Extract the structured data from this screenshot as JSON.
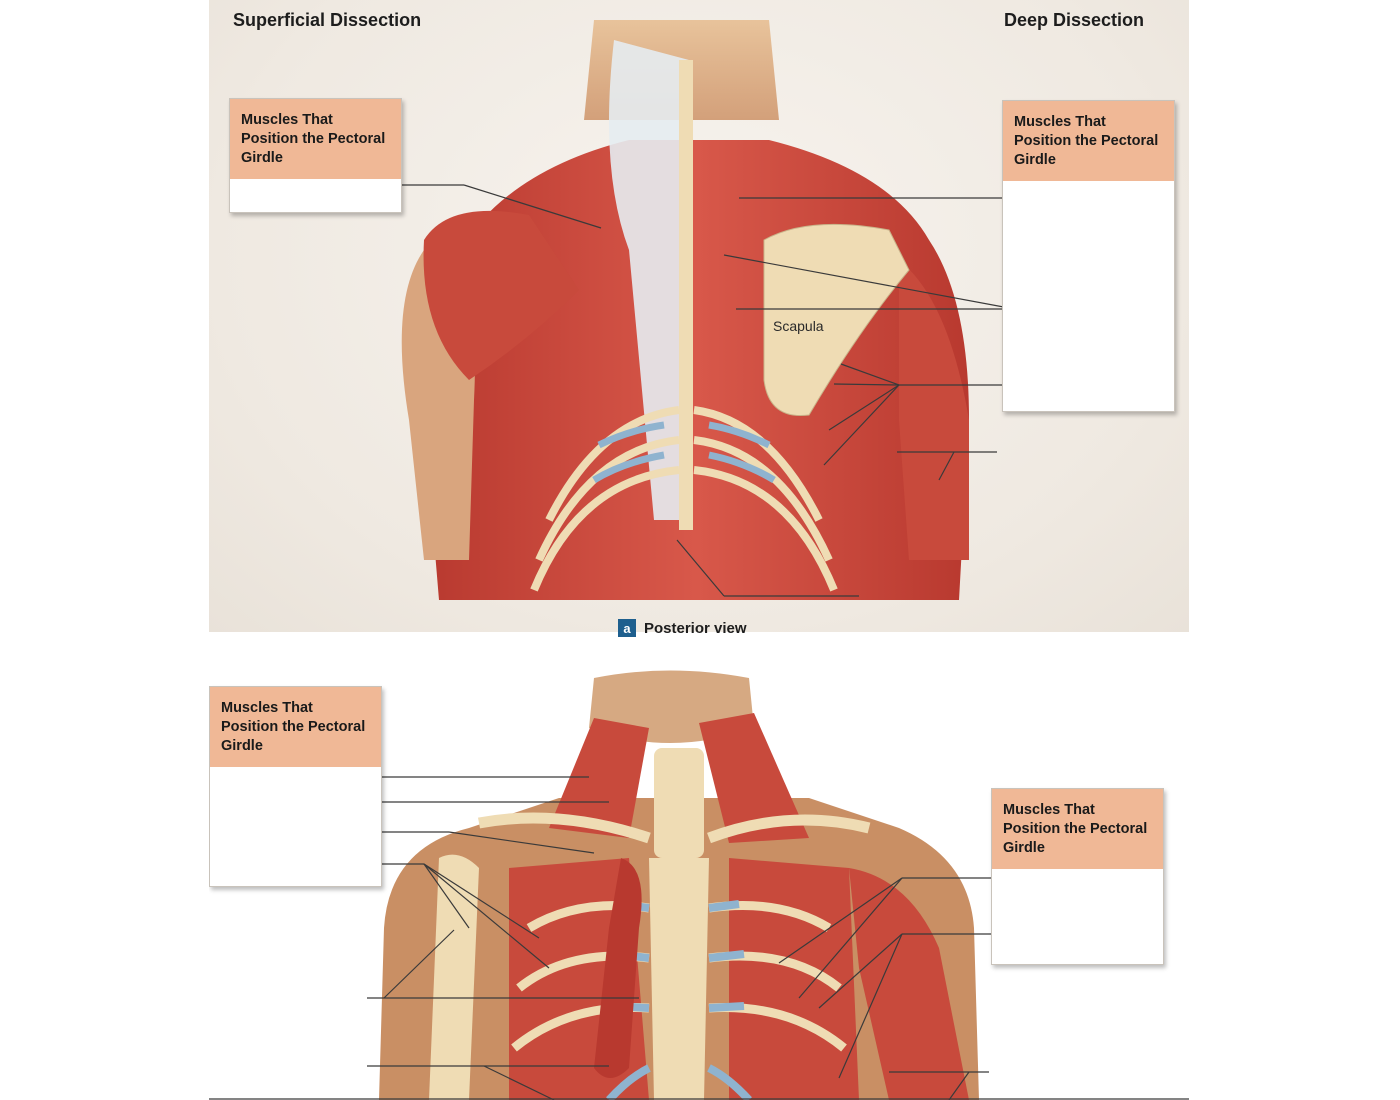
{
  "figure_a": {
    "heading_left": "Superficial Dissection",
    "heading_right": "Deep Dissection",
    "box_left": {
      "title": "Muscles That Position the Pectoral Girdle"
    },
    "box_right": {
      "title": "Muscles That Position the Pectoral Girdle"
    },
    "scapula_label": "Scapula",
    "caption_letter": "a",
    "caption_text": "Posterior view"
  },
  "figure_b": {
    "box_left": {
      "title": "Muscles That Position the Pectoral Girdle"
    },
    "box_right": {
      "title": "Muscles That Position the Pectoral Girdle"
    }
  },
  "colors": {
    "muscle": "#c9473b",
    "muscle_light": "#e0776a",
    "bone": "#efdcb4",
    "cartilage": "#8fb3cf",
    "skin": "#d9a57e",
    "box_header": "#f0b896",
    "leader_line": "#3a3a3a"
  }
}
